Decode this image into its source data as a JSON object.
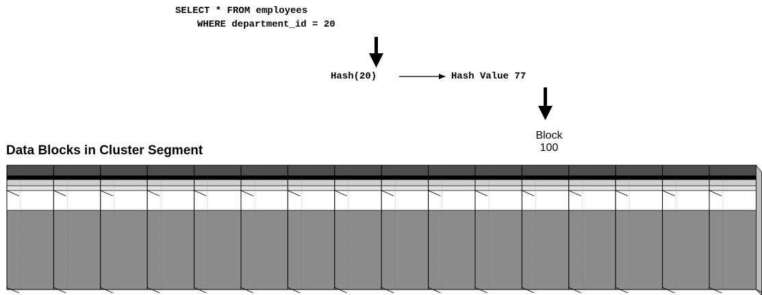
{
  "query": {
    "line1": "SELECT * FROM employees",
    "line2": "WHERE department_id = 20"
  },
  "hash": {
    "function_label": "Hash(20)",
    "value_label": "Hash Value 77"
  },
  "target_block": {
    "line1": "Block",
    "line2": "100"
  },
  "segment": {
    "title": "Data Blocks in Cluster Segment",
    "block_count": 16,
    "colors": {
      "header_dark": "#4d4d4d",
      "band_black": "#000000",
      "band_light": "#cfcfcf",
      "band_lighter": "#e3e3e3",
      "body_white": "#ffffff",
      "body_gray": "#8c8c8c",
      "outline": "#000000"
    }
  }
}
